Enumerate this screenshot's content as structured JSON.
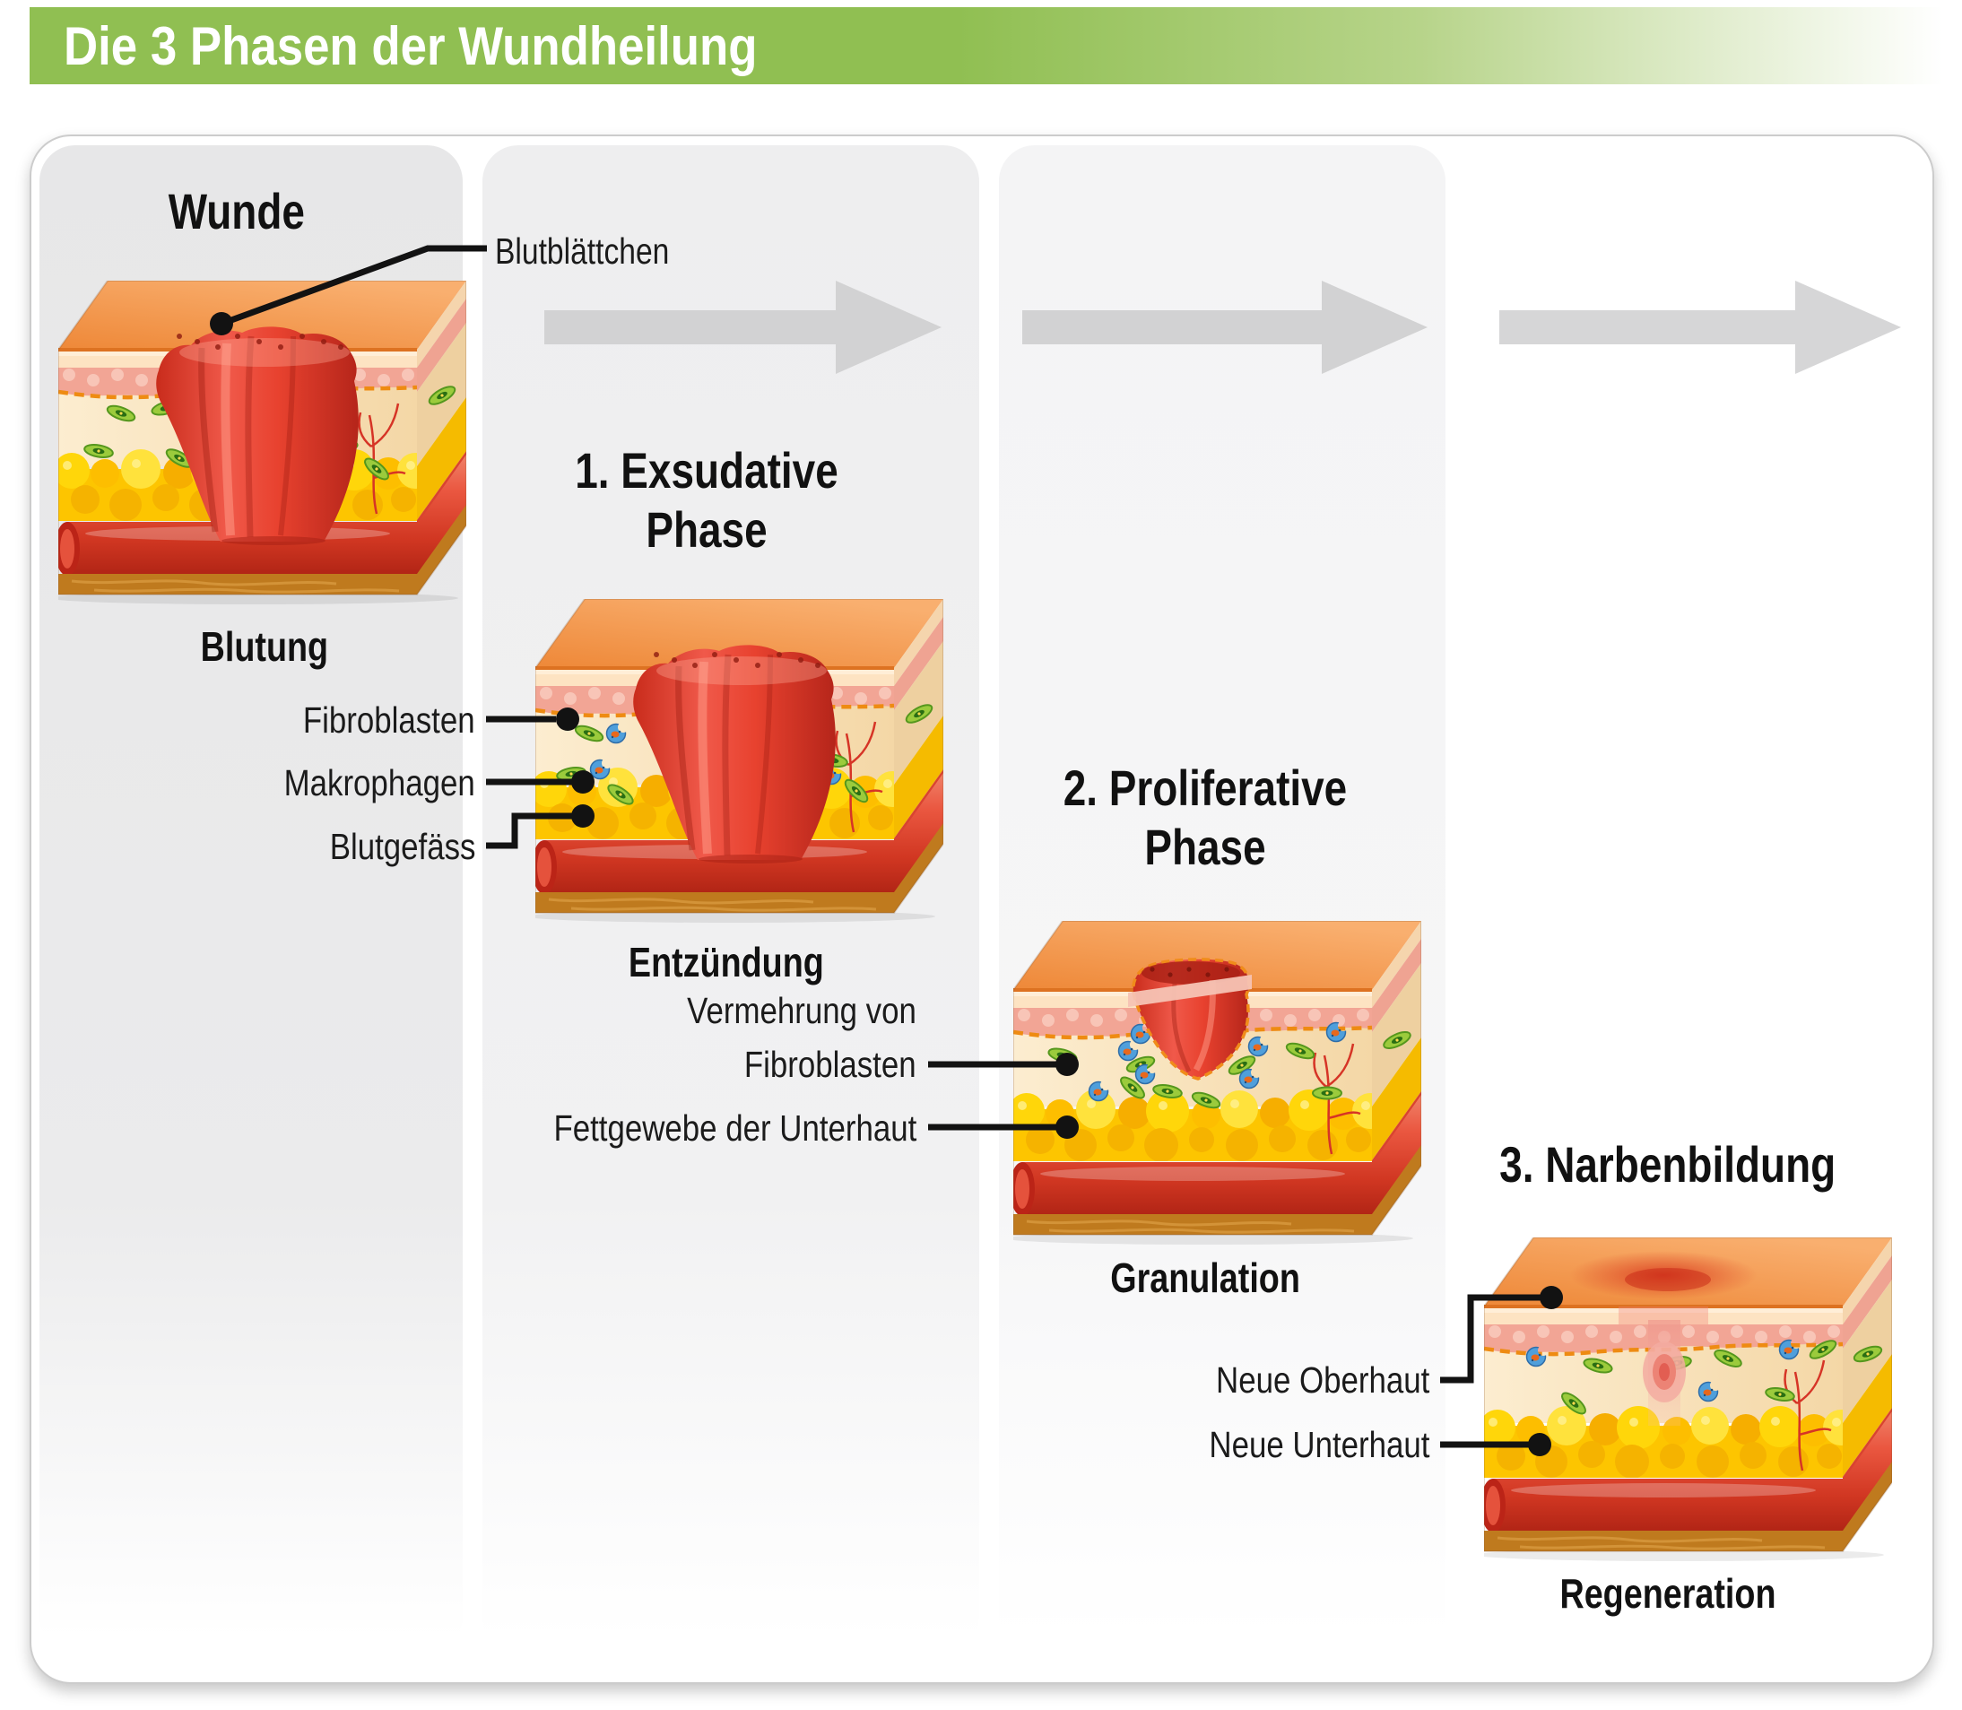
{
  "header": {
    "title": "Die 3 Phasen der Wundheilung"
  },
  "stage1": {
    "title": "Wunde",
    "caption": "Blutung",
    "callout_blutblaettchen": "Blutblättchen"
  },
  "stage2": {
    "title_line1": "1. Exsudative",
    "title_line2": "Phase",
    "caption": "Entzündung",
    "callout_fibroblasten": "Fibroblasten",
    "callout_makrophagen": "Makrophagen",
    "callout_blutgefaess": "Blutgefäss"
  },
  "stage3": {
    "title_line1": "2. Proliferative",
    "title_line2": "Phase",
    "caption": "Granulation",
    "callout_vermehrung_line1": "Vermehrung von",
    "callout_vermehrung_line2": "Fibroblasten",
    "callout_fettgewebe": "Fettgewebe der Unterhaut"
  },
  "stage4": {
    "title": "3. Narbenbildung",
    "caption": "Regeneration",
    "callout_neue_oberhaut": "Neue Oberhaut",
    "callout_neue_unterhaut": "Neue Unterhaut"
  },
  "colors": {
    "header_green": "#90bf52",
    "arrow_gray": "#d2d2d3",
    "callout_black": "#121212",
    "panel_border": "#cccccc"
  }
}
